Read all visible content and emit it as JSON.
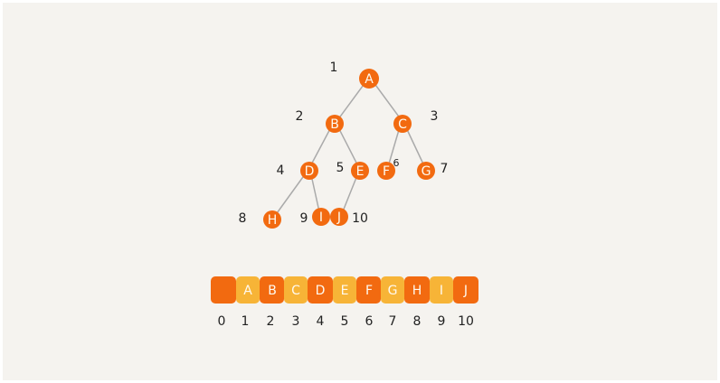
{
  "tree": {
    "nodes": [
      {
        "label": "A",
        "index": "1"
      },
      {
        "label": "B",
        "index": "2"
      },
      {
        "label": "C",
        "index": "3"
      },
      {
        "label": "D",
        "index": "4"
      },
      {
        "label": "E",
        "index": "5"
      },
      {
        "label": "F",
        "index": "6"
      },
      {
        "label": "G",
        "index": "7"
      },
      {
        "label": "H",
        "index": "8"
      },
      {
        "label": "I",
        "index": "9"
      },
      {
        "label": "J",
        "index": "10"
      }
    ]
  },
  "array": {
    "cells": [
      "",
      "A",
      "B",
      "C",
      "D",
      "E",
      "F",
      "G",
      "H",
      "I",
      "J"
    ],
    "indices": [
      "0",
      "1",
      "2",
      "3",
      "4",
      "5",
      "6",
      "7",
      "8",
      "9",
      "10"
    ]
  },
  "colors": {
    "dark_orange": "#f26a10",
    "light_orange": "#f7b437",
    "edge": "#aaaaaa"
  }
}
